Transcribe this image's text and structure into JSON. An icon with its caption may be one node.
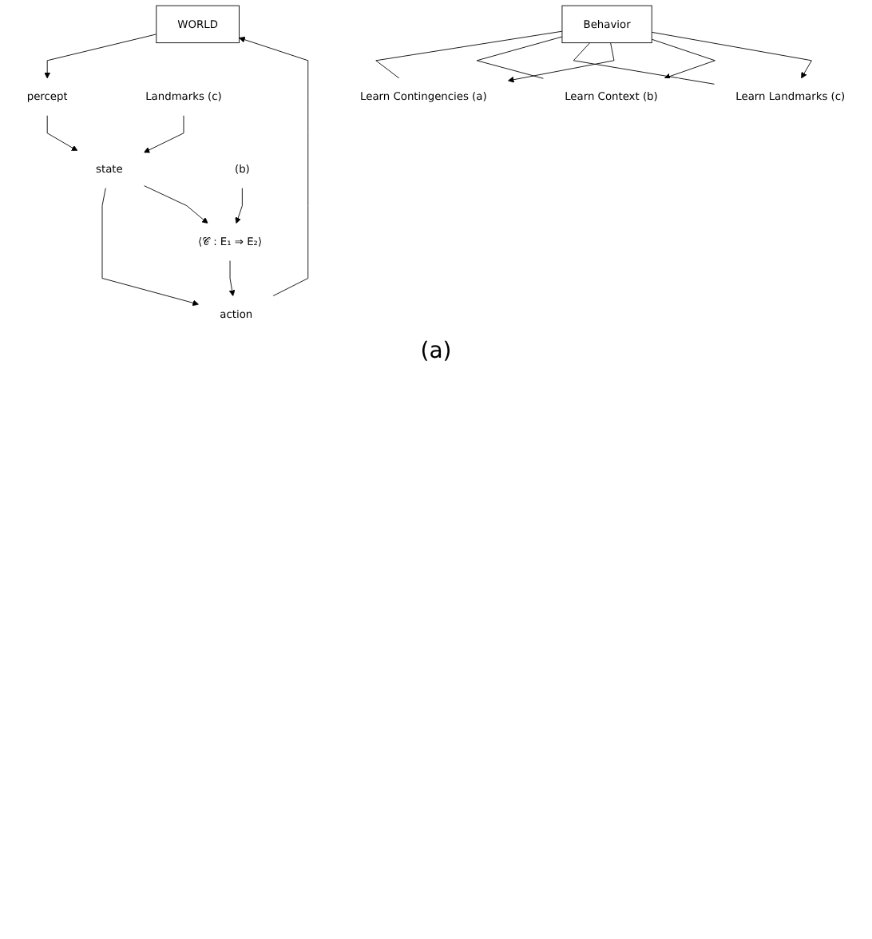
{
  "diagram": {
    "nodes": [
      {
        "text": [
          "WORLD"
        ]
      },
      {
        "text": [
          "percept"
        ]
      },
      {
        "text": [
          "Landmarks (c)"
        ]
      },
      {
        "text": [
          "state"
        ]
      },
      {
        "text": [
          "(b)"
        ]
      },
      {
        "text": [
          "⟨𝒞 : E₁ ⇒ E₂⟩"
        ]
      },
      {
        "text": [
          "action"
        ]
      },
      {
        "text": [
          "Behavior"
        ]
      },
      {
        "text": [
          "Learn Contingencies (a)"
        ]
      },
      {
        "text": [
          "Learn Context (b)"
        ]
      },
      {
        "text": [
          "Learn Landmarks (c)"
        ]
      }
    ],
    "edges": [
      {
        "from": 0,
        "to": 1,
        "arrow": "to"
      },
      {
        "from": 1,
        "to": 3,
        "arrow": "to"
      },
      {
        "from": 2,
        "to": 3,
        "arrow": "to"
      },
      {
        "from": 3,
        "to": 6,
        "arrow": "to"
      },
      {
        "from": 3,
        "to": 5,
        "arrow": "to"
      },
      {
        "from": 4,
        "to": 5,
        "arrow": "to"
      },
      {
        "from": 5,
        "to": 6,
        "arrow": "to"
      },
      {
        "from": 6,
        "to": 0,
        "arrow": "to"
      },
      {
        "from": 7,
        "to": 8,
        "arrow": "none"
      },
      {
        "from": 7,
        "to": 9,
        "arrow": "none"
      },
      {
        "from": 7,
        "to": 10,
        "arrow": "none"
      },
      {
        "from": 7,
        "to": 8,
        "arrow": "to"
      },
      {
        "from": 7,
        "to": 9,
        "arrow": "to"
      },
      {
        "from": 7,
        "to": 10,
        "arrow": "to"
      }
    ],
    "labels": [
      "(a)"
    ]
  }
}
